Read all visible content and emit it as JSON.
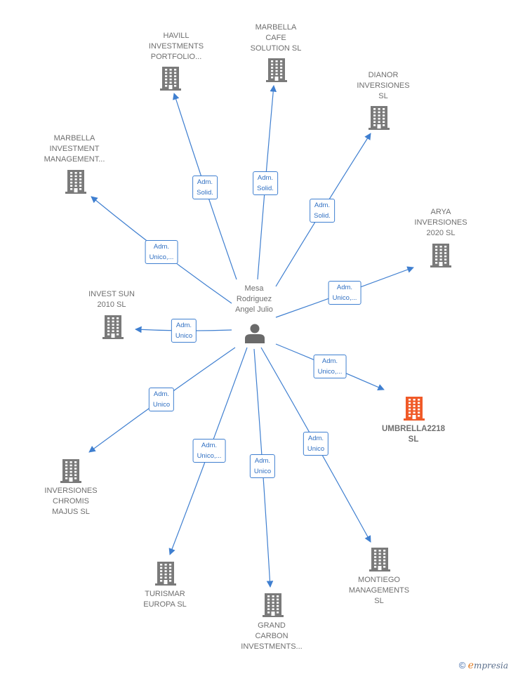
{
  "center": {
    "lines": [
      "Mesa",
      "Rodriguez",
      "Angel Julio"
    ],
    "icon": "person-icon"
  },
  "companies": [
    {
      "id": "havill",
      "lines": [
        "HAVILL",
        "INVESTMENTS",
        "PORTFOLIO..."
      ],
      "relation": [
        "Adm.",
        "Solid."
      ],
      "highlight": false
    },
    {
      "id": "marbella-cafe",
      "lines": [
        "MARBELLA",
        "CAFE",
        "SOLUTION  SL"
      ],
      "relation": [
        "Adm.",
        "Solid."
      ],
      "highlight": false
    },
    {
      "id": "dianor",
      "lines": [
        "DIANOR",
        "INVERSIONES",
        "SL"
      ],
      "relation": [
        "Adm.",
        "Solid."
      ],
      "highlight": false
    },
    {
      "id": "marbella-investment",
      "lines": [
        "MARBELLA",
        "INVESTMENT",
        "MANAGEMENT..."
      ],
      "relation": [
        "Adm.",
        "Unico,..."
      ],
      "highlight": false
    },
    {
      "id": "arya",
      "lines": [
        "ARYA",
        "INVERSIONES",
        "2020  SL"
      ],
      "relation": [
        "Adm.",
        "Unico,..."
      ],
      "highlight": false
    },
    {
      "id": "invest-sun",
      "lines": [
        "INVEST SUN",
        "2010 SL"
      ],
      "relation": [
        "Adm.",
        "Unico"
      ],
      "highlight": false
    },
    {
      "id": "umbrella",
      "lines": [
        "UMBRELLA2218",
        "SL"
      ],
      "relation": [
        "Adm.",
        "Unico,..."
      ],
      "highlight": true
    },
    {
      "id": "chromis",
      "lines": [
        "INVERSIONES",
        "CHROMIS",
        "MAJUS  SL"
      ],
      "relation": [
        "Adm.",
        "Unico"
      ],
      "highlight": false
    },
    {
      "id": "turismar",
      "lines": [
        "TURISMAR",
        "EUROPA  SL"
      ],
      "relation": [
        "Adm.",
        "Unico,..."
      ],
      "highlight": false
    },
    {
      "id": "grand-carbon",
      "lines": [
        "GRAND",
        "CARBON",
        "INVESTMENTS..."
      ],
      "relation": [
        "Adm.",
        "Unico"
      ],
      "highlight": false
    },
    {
      "id": "montiego",
      "lines": [
        "MONTIEGO",
        "MANAGEMENTS",
        "SL"
      ],
      "relation": [
        "Adm.",
        "Unico"
      ],
      "highlight": false
    }
  ],
  "colors": {
    "edge": "#3f7fd0",
    "building": "#7a7a7a",
    "building_highlight": "#f05a28",
    "person": "#6a6a6a"
  },
  "icons": {
    "company": "building-icon"
  },
  "footer": {
    "copyright": "©",
    "brand_first": "e",
    "brand_rest": "mpresia"
  }
}
